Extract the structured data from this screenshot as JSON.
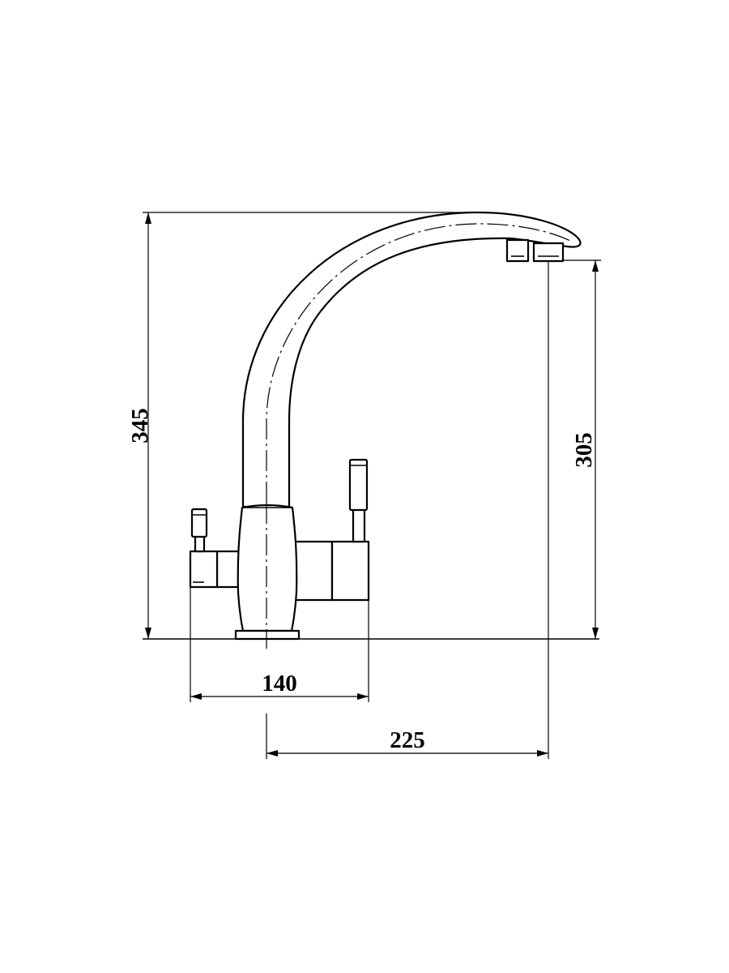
{
  "dimensions": {
    "total_height": "345",
    "spout_height": "305",
    "base_width": "140",
    "spout_reach": "225"
  },
  "colors": {
    "line": "#000000",
    "background": "#ffffff"
  }
}
